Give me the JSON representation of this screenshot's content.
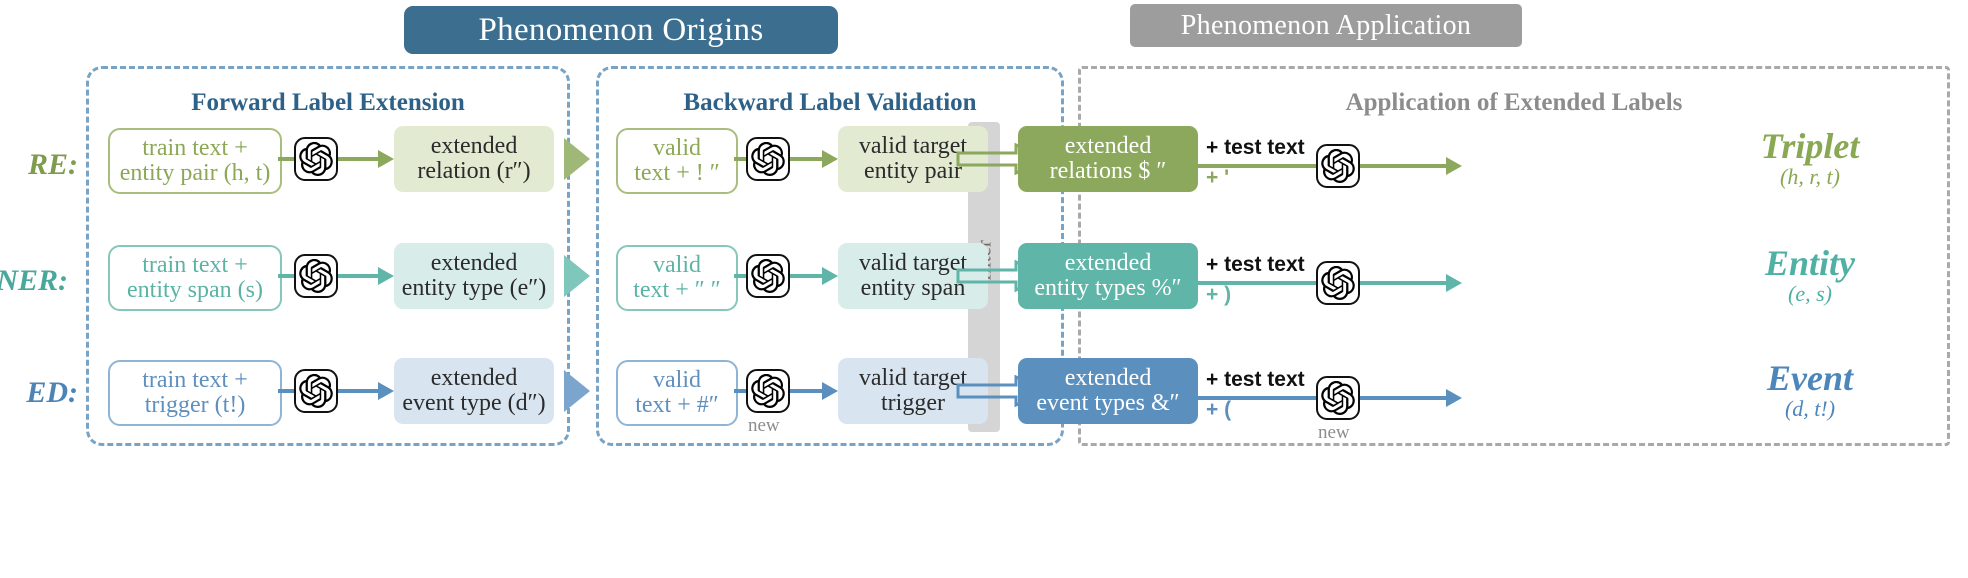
{
  "banners": {
    "origins": "Phenomenon Origins",
    "application": "Phenomenon Application"
  },
  "panels": {
    "forward": "Forward Label Extension",
    "backward": "Backward Label Validation",
    "application": "Application of Extended Labels"
  },
  "filter": {
    "label": "filter"
  },
  "icons": {
    "llm": "openai-logo-icon",
    "new_tag": "new"
  },
  "rows": [
    {
      "id": "re",
      "label": "RE:",
      "color": "#8ca85c",
      "input": {
        "line1": "train text +",
        "line2": "entity pair (h, t)"
      },
      "forward_out": {
        "line1": "extended",
        "line2": "relation (r″)"
      },
      "valid_in": {
        "line1": "valid",
        "line2": "text + ! ″"
      },
      "valid_out": {
        "line1": "valid target",
        "line2": "entity pair"
      },
      "extended": {
        "line1": "extended",
        "line2": "relations  $ ″"
      },
      "plus_text": "+ test text",
      "plus_sym": "+ '",
      "result": {
        "name": "Triplet",
        "tuple": "(h, r, t)"
      },
      "new_tag": ""
    },
    {
      "id": "ner",
      "label": "NER:",
      "color": "#5fb5a8",
      "input": {
        "line1": "train text +",
        "line2": "entity span (s)"
      },
      "forward_out": {
        "line1": "extended",
        "line2": "entity type (e″)"
      },
      "valid_in": {
        "line1": "valid",
        "line2": "text + ″ ″"
      },
      "valid_out": {
        "line1": "valid target",
        "line2": "entity span"
      },
      "extended": {
        "line1": "extended",
        "line2": "entity types %″"
      },
      "plus_text": "+ test text",
      "plus_sym": "+ )",
      "result": {
        "name": "Entity",
        "tuple": "(e, s)"
      },
      "new_tag": ""
    },
    {
      "id": "ed",
      "label": "ED:",
      "color": "#5b8fbe",
      "input": {
        "line1": "train text +",
        "line2": "trigger   (t!)"
      },
      "forward_out": {
        "line1": "extended",
        "line2": "event type (d″)"
      },
      "valid_in": {
        "line1": "valid",
        "line2": "text + #″"
      },
      "valid_out": {
        "line1": "valid target",
        "line2": "trigger"
      },
      "extended": {
        "line1": "extended",
        "line2": "event types &″"
      },
      "plus_text": "+ test text",
      "plus_sym": "+ (",
      "result": {
        "name": "Event",
        "tuple": "(d, t!)"
      },
      "new_tag": "new"
    }
  ]
}
